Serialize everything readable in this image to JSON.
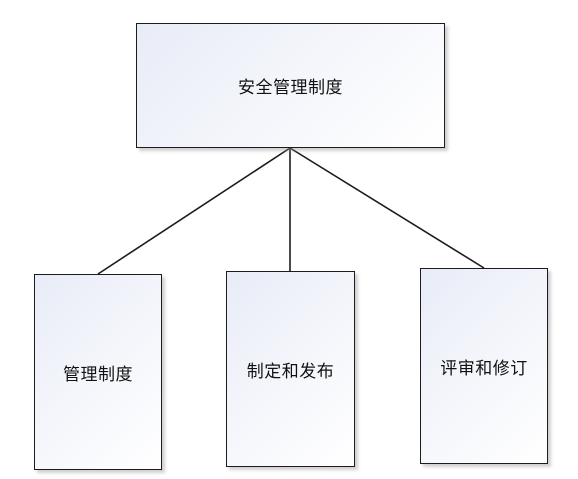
{
  "diagram": {
    "root": {
      "label": "安全管理制度"
    },
    "children": [
      {
        "label": "管理制度"
      },
      {
        "label": "制定和发布"
      },
      {
        "label": "评审和修订"
      }
    ]
  },
  "colors": {
    "border": "#1c1c1c",
    "box_fill_start": "#e8ecf7",
    "box_fill_end": "#ffffff",
    "connector": "#1c1c1c",
    "text": "#111111"
  }
}
